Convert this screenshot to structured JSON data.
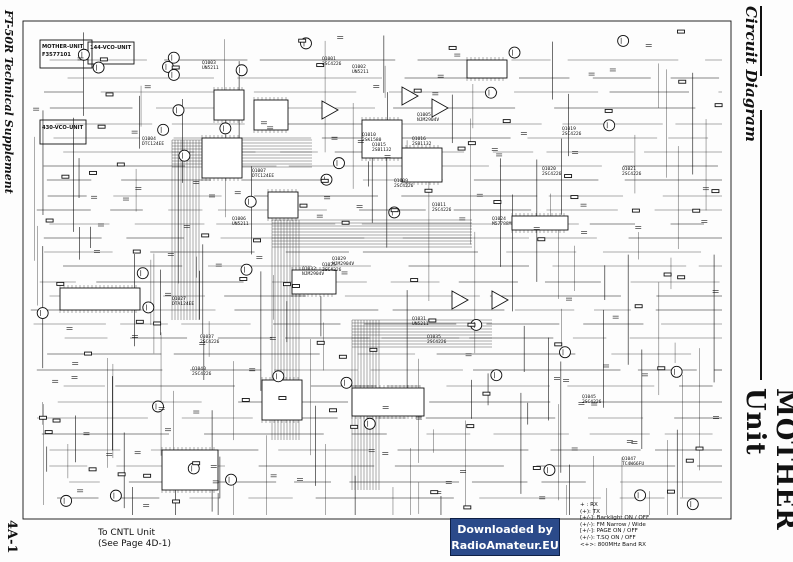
{
  "header": {
    "left_title": "FT-50R Technical Supplement",
    "page_number": "4A-1",
    "right_top": "Circuit Diagram",
    "right_bottom": "MOTHER Unit"
  },
  "watermark": {
    "line1": "Downloaded by",
    "line2": "RadioAmateur.EU"
  },
  "connector_note": {
    "line1": "To CNTL Unit",
    "line2": "(See Page 4D-1)"
  },
  "legend": {
    "items": [
      "+ : RX",
      "(+): TX",
      "[+/-]: Backlight ON / OFF",
      "(+/-): FM Narrow / Wide",
      "[+/-]: PAGE ON / OFF",
      "(+/-): T.SQ ON / OFF",
      "<+>: 800MHz Band RX"
    ]
  },
  "units": {
    "mother": "MOTHER-UNIT",
    "mother_code": "F3577101",
    "vco144": "144-VCO-UNIT",
    "vco430": "430-VCO-UNIT"
  },
  "parts": [
    {
      "id": "Q1001",
      "sub": "2SC4226"
    },
    {
      "id": "Q1002",
      "sub": "UN5211"
    },
    {
      "id": "Q1003",
      "sub": "UN5211"
    },
    {
      "id": "Q1004",
      "sub": "DTC124EE"
    },
    {
      "id": "Q1005",
      "sub": "NJM2904V"
    },
    {
      "id": "Q1006",
      "sub": "UN5211"
    },
    {
      "id": "Q1007",
      "sub": "DTC124EE"
    },
    {
      "id": "Q1009",
      "sub": "2SC4226"
    },
    {
      "id": "Q1010",
      "sub": "2SK1580"
    },
    {
      "id": "Q1011",
      "sub": "2SC4226"
    },
    {
      "id": "Q1015",
      "sub": "2SB1132"
    },
    {
      "id": "Q1016",
      "sub": "2SB1132"
    },
    {
      "id": "Q1019",
      "sub": "2SC4226"
    },
    {
      "id": "Q1020",
      "sub": "2SC4226"
    },
    {
      "id": "Q1021",
      "sub": "2SC4226"
    },
    {
      "id": "Q1024",
      "sub": "M57788M"
    },
    {
      "id": "Q1025",
      "sub": "2SC4226"
    },
    {
      "id": "Q1027",
      "sub": "DTA124EE"
    },
    {
      "id": "Q1029",
      "sub": "NJM2904V"
    },
    {
      "id": "Q1031",
      "sub": "UN5211"
    },
    {
      "id": "Q1032",
      "sub": "NJM2904V"
    },
    {
      "id": "Q1035",
      "sub": "2SC4226"
    },
    {
      "id": "Q1037",
      "sub": "2SC4226"
    },
    {
      "id": "Q1040",
      "sub": "2SC4226"
    },
    {
      "id": "Q1045",
      "sub": "2SC4226"
    },
    {
      "id": "Q1047",
      "sub": "TC4W66FU"
    }
  ]
}
